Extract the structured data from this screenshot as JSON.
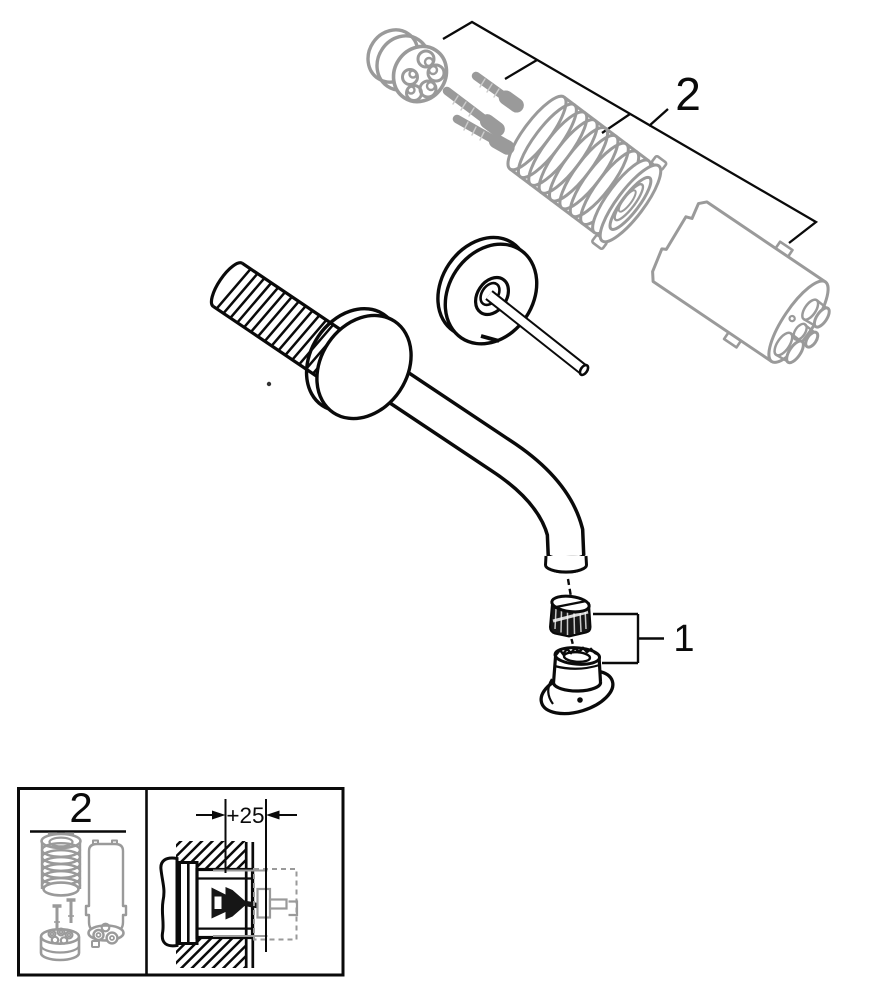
{
  "colors": {
    "background": "#ffffff",
    "outline": "#0a0a0a",
    "gray_part": "#9a9a9a"
  },
  "callouts": {
    "group_2": "2",
    "group_1": "1"
  },
  "inset": {
    "group_label": "2",
    "dimension": "+25"
  }
}
